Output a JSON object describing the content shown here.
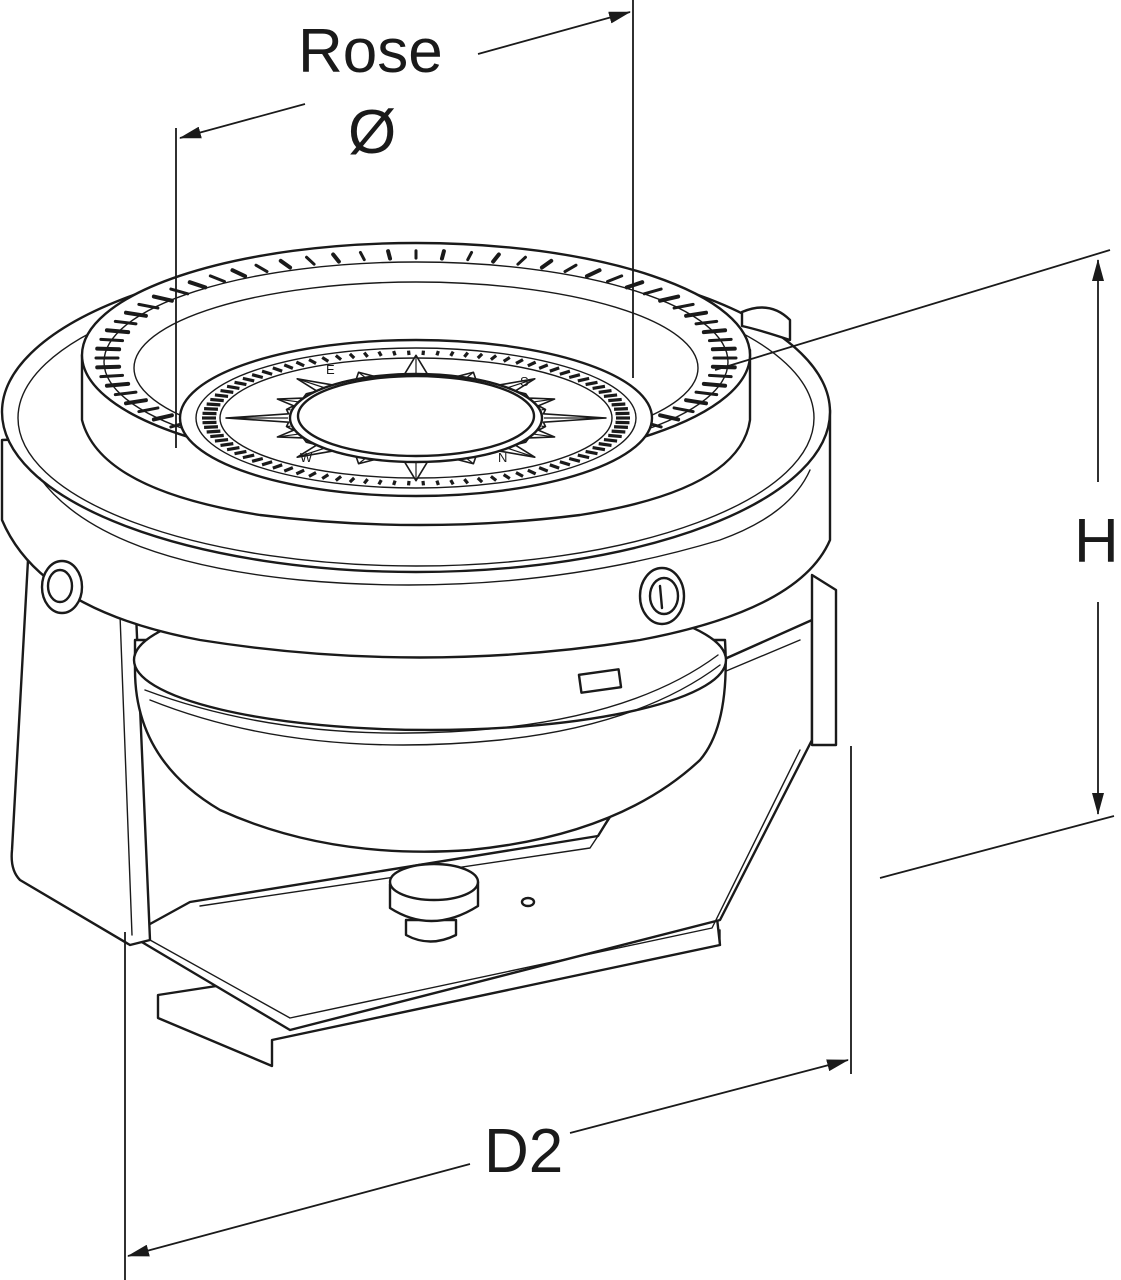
{
  "labels": {
    "rose": "Rose",
    "diameter": "Ø",
    "height": "H",
    "depth": "D2"
  },
  "compass_card_letters": [
    "E",
    "S",
    "N",
    "W"
  ],
  "colors": {
    "line": "#1a1a1a",
    "background": "#ffffff"
  }
}
